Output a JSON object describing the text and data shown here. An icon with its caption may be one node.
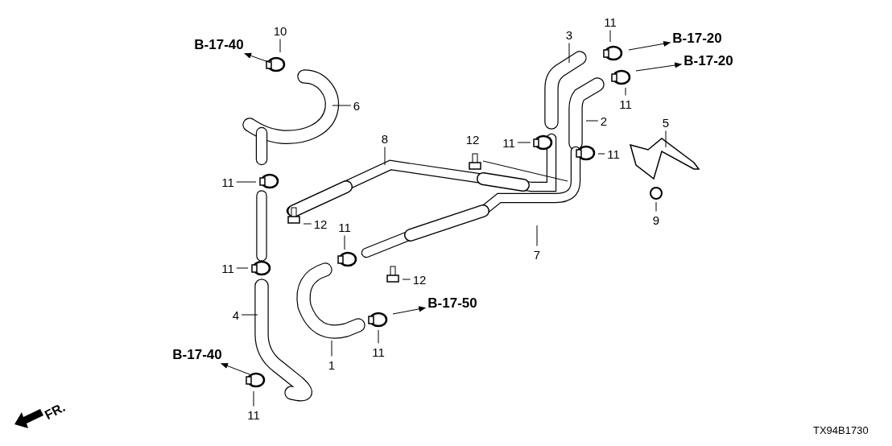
{
  "diagram": {
    "nodes": [
      {
        "text": [
          "10"
        ]
      },
      {
        "text": [
          "B-17-40"
        ]
      },
      {
        "text": [
          "6"
        ]
      },
      {
        "text": [
          "3"
        ]
      },
      {
        "text": [
          "11"
        ]
      },
      {
        "text": [
          "B-17-20"
        ]
      },
      {
        "text": [
          "B-17-20"
        ]
      },
      {
        "text": [
          "11"
        ]
      },
      {
        "text": [
          "2"
        ]
      },
      {
        "text": [
          "5"
        ]
      },
      {
        "text": [
          "12"
        ]
      },
      {
        "text": [
          "11"
        ]
      },
      {
        "text": [
          "8"
        ]
      },
      {
        "text": [
          "11"
        ]
      },
      {
        "text": [
          "11"
        ]
      },
      {
        "text": [
          "9"
        ]
      },
      {
        "text": [
          "12"
        ]
      },
      {
        "text": [
          "11"
        ]
      },
      {
        "text": [
          "7"
        ]
      },
      {
        "text": [
          "11"
        ]
      },
      {
        "text": [
          "12"
        ]
      },
      {
        "text": [
          "4"
        ]
      },
      {
        "text": [
          "B-17-50"
        ]
      },
      {
        "text": [
          "B-17-40"
        ]
      },
      {
        "text": [
          "1"
        ]
      },
      {
        "text": [
          "11"
        ]
      },
      {
        "text": [
          "11"
        ]
      }
    ],
    "edges": [
      {
        "from": 0,
        "to": null,
        "arrow": "none"
      },
      {
        "from": null,
        "to": 1,
        "arrow": "to"
      },
      {
        "from": 2,
        "to": null,
        "arrow": "none"
      },
      {
        "from": 3,
        "to": null,
        "arrow": "none"
      },
      {
        "from": 4,
        "to": null,
        "arrow": "none"
      },
      {
        "from": null,
        "to": 5,
        "arrow": "to"
      },
      {
        "from": null,
        "to": 6,
        "arrow": "to"
      },
      {
        "from": 7,
        "to": null,
        "arrow": "none"
      },
      {
        "from": 8,
        "to": null,
        "arrow": "none"
      },
      {
        "from": 9,
        "to": null,
        "arrow": "none"
      },
      {
        "from": 11,
        "to": null,
        "arrow": "none"
      },
      {
        "from": 12,
        "to": null,
        "arrow": "none"
      },
      {
        "from": 13,
        "to": null,
        "arrow": "none"
      },
      {
        "from": 14,
        "to": null,
        "arrow": "none"
      },
      {
        "from": 15,
        "to": null,
        "arrow": "none"
      },
      {
        "from": 16,
        "to": null,
        "arrow": "none"
      },
      {
        "from": 17,
        "to": null,
        "arrow": "none"
      },
      {
        "from": 18,
        "to": null,
        "arrow": "none"
      },
      {
        "from": 19,
        "to": null,
        "arrow": "none"
      },
      {
        "from": 20,
        "to": null,
        "arrow": "none"
      },
      {
        "from": 21,
        "to": null,
        "arrow": "none"
      },
      {
        "from": null,
        "to": 22,
        "arrow": "to"
      },
      {
        "from": null,
        "to": 23,
        "arrow": "to"
      },
      {
        "from": 24,
        "to": null,
        "arrow": "none"
      },
      {
        "from": 25,
        "to": null,
        "arrow": "none"
      },
      {
        "from": 26,
        "to": null,
        "arrow": "none"
      }
    ],
    "labels": [
      "FR.",
      "TX94B1730"
    ]
  }
}
